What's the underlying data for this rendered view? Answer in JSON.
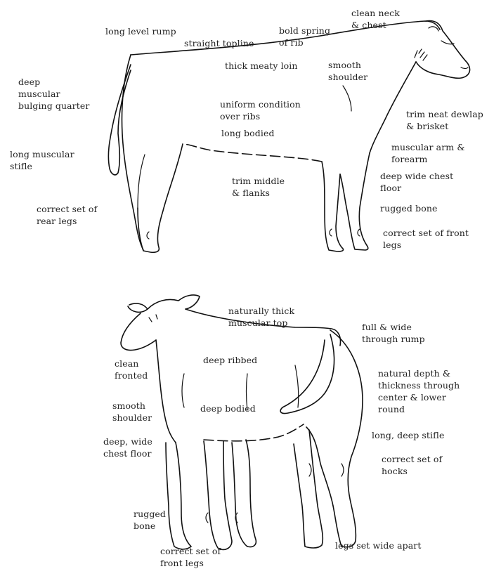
{
  "side_view": {
    "labels": {
      "long_level_rump": "long level rump",
      "straight_topline": "straight topline",
      "bold_spring_of_rib": "bold spring\nof rib",
      "clean_neck_chest": "clean neck\n& chest",
      "deep_muscular_quarter": "deep\nmuscular\nbulging quarter",
      "thick_meaty_loin": "thick meaty loin",
      "smooth_shoulder": "smooth\nshoulder",
      "uniform_condition": "uniform condition\nover ribs",
      "long_bodied": "long bodied",
      "trim_dewlap": "trim neat dewlap\n& brisket",
      "long_muscular_stifle": "long muscular\nstifle",
      "muscular_arm": "muscular arm &\nforearm",
      "trim_middle": "trim middle\n& flanks",
      "deep_wide_chest_floor": "deep wide chest\nfloor",
      "correct_rear_legs": "correct set of\nrear legs",
      "rugged_bone": "rugged bone",
      "correct_front_legs": "correct set of front\nlegs"
    }
  },
  "rear_view": {
    "labels": {
      "naturally_thick": "naturally thick\nmuscular top",
      "full_wide_rump": "full & wide\nthrough rump",
      "clean_fronted": "clean\nfronted",
      "deep_ribbed": "deep ribbed",
      "natural_depth": "natural depth &\nthickness through\ncenter & lower\nround",
      "smooth_shoulder": "smooth\nshoulder",
      "deep_bodied": "deep bodied",
      "long_deep_stifle": "long, deep stifle",
      "deep_wide_chest_floor": "deep, wide\nchest floor",
      "correct_hocks": "correct set of\nhocks",
      "rugged_bone": "rugged\nbone",
      "legs_wide_apart": "legs set wide apart",
      "correct_front_legs": "correct set of\nfront legs"
    }
  }
}
